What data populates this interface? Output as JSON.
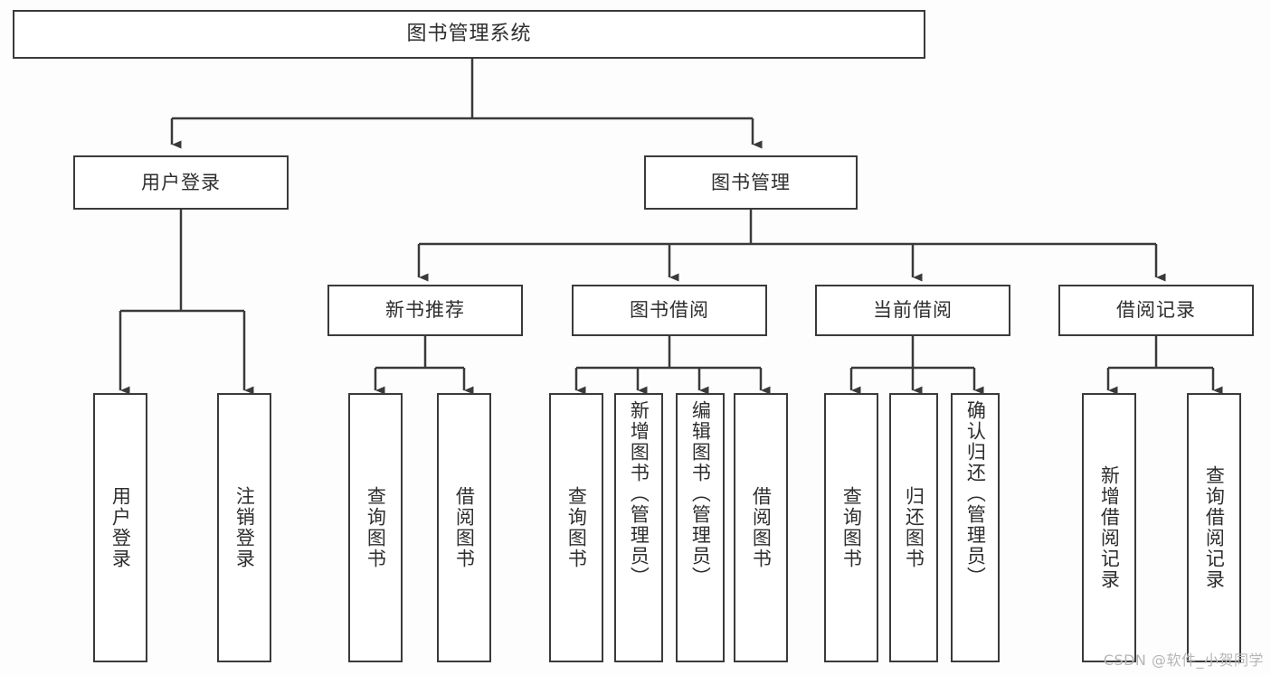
{
  "diagram": {
    "title": "图书管理系统",
    "watermark": "CSDN @软件_小贺同学",
    "colors": {
      "stroke": "#3a3a3a",
      "box_fill": "#ffffff",
      "text": "#2e2e2e",
      "background": "#fdfdfd",
      "watermark": "#b6b6b6"
    },
    "root": {
      "label": "图书管理系统"
    },
    "level2": [
      {
        "label": "用户登录"
      },
      {
        "label": "图书管理"
      }
    ],
    "level3": [
      {
        "label": "新书推荐"
      },
      {
        "label": "图书借阅"
      },
      {
        "label": "当前借阅"
      },
      {
        "label": "借阅记录"
      }
    ],
    "leaves": {
      "user_login": [
        {
          "label": "用户登录"
        },
        {
          "label": "注销登录"
        }
      ],
      "new_book": [
        {
          "label": "查询图书"
        },
        {
          "label": "借阅图书"
        }
      ],
      "book_borrow": [
        {
          "label": "查询图书"
        },
        {
          "label": "新增图书（管理员）"
        },
        {
          "label": "编辑图书（管理员）"
        },
        {
          "label": "借阅图书"
        }
      ],
      "current_borrow": [
        {
          "label": "查询图书"
        },
        {
          "label": "归还图书"
        },
        {
          "label": "确认归还（管理员）"
        }
      ],
      "borrow_record": [
        {
          "label": "新增借阅记录"
        },
        {
          "label": "查询借阅记录"
        }
      ]
    }
  }
}
